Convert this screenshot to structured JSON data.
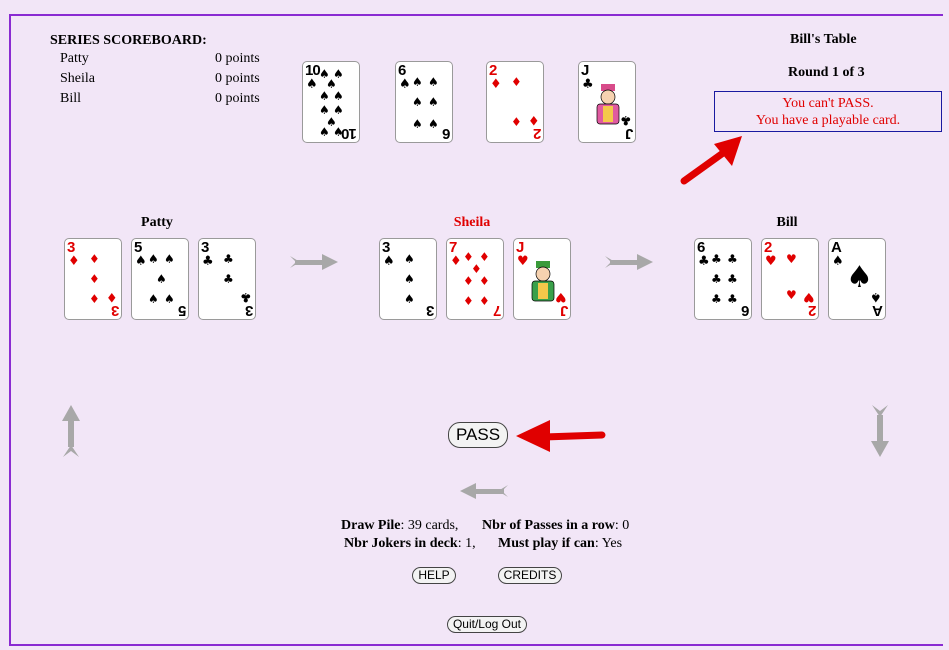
{
  "scoreboard": {
    "title": "SERIES SCOREBOARD:",
    "rows": [
      {
        "name": "Patty",
        "points": "0 points"
      },
      {
        "name": "Sheila",
        "points": "0 points"
      },
      {
        "name": "Bill",
        "points": "0 points"
      }
    ]
  },
  "table": {
    "name": "Bill's Table",
    "round": "Round 1 of 3",
    "message_line1": "You can't PASS.",
    "message_line2": "You have a playable card."
  },
  "top_cards": [
    {
      "rank": "10",
      "suit": "♠",
      "color": "black"
    },
    {
      "rank": "6",
      "suit": "♠",
      "color": "black"
    },
    {
      "rank": "2",
      "suit": "♦",
      "color": "red"
    },
    {
      "rank": "J",
      "suit": "♣",
      "color": "black",
      "face": true
    }
  ],
  "players": [
    {
      "name": "Patty",
      "active": false,
      "cards": [
        {
          "rank": "3",
          "suit": "♦",
          "color": "red"
        },
        {
          "rank": "5",
          "suit": "♠",
          "color": "black"
        },
        {
          "rank": "3",
          "suit": "♣",
          "color": "black"
        }
      ]
    },
    {
      "name": "Sheila",
      "active": true,
      "cards": [
        {
          "rank": "3",
          "suit": "♠",
          "color": "black"
        },
        {
          "rank": "7",
          "suit": "♦",
          "color": "red"
        },
        {
          "rank": "J",
          "suit": "♥",
          "color": "red",
          "face": true
        }
      ]
    },
    {
      "name": "Bill",
      "active": false,
      "cards": [
        {
          "rank": "6",
          "suit": "♣",
          "color": "black"
        },
        {
          "rank": "2",
          "suit": "♥",
          "color": "red"
        },
        {
          "rank": "A",
          "suit": "♠",
          "color": "black",
          "ace": true
        }
      ]
    }
  ],
  "buttons": {
    "pass": "PASS",
    "help": "HELP",
    "credits": "CREDITS",
    "quit": "Quit/Log Out"
  },
  "stats": {
    "draw_pile_label": "Draw Pile",
    "draw_pile_value": ": 39 cards,",
    "passes_label": "Nbr of Passes in a row",
    "passes_value": ": 0",
    "jokers_label": "Nbr Jokers in deck",
    "jokers_value": ": 1,",
    "must_play_label": "Must play if can",
    "must_play_value": ": Yes"
  },
  "colors": {
    "background": "#f2e6f7",
    "frame": "#8a2bd2",
    "active_player": "#e00000",
    "message": "#e00000",
    "arrow": "#a8a8a8",
    "pointer_arrow": "#e00000"
  }
}
